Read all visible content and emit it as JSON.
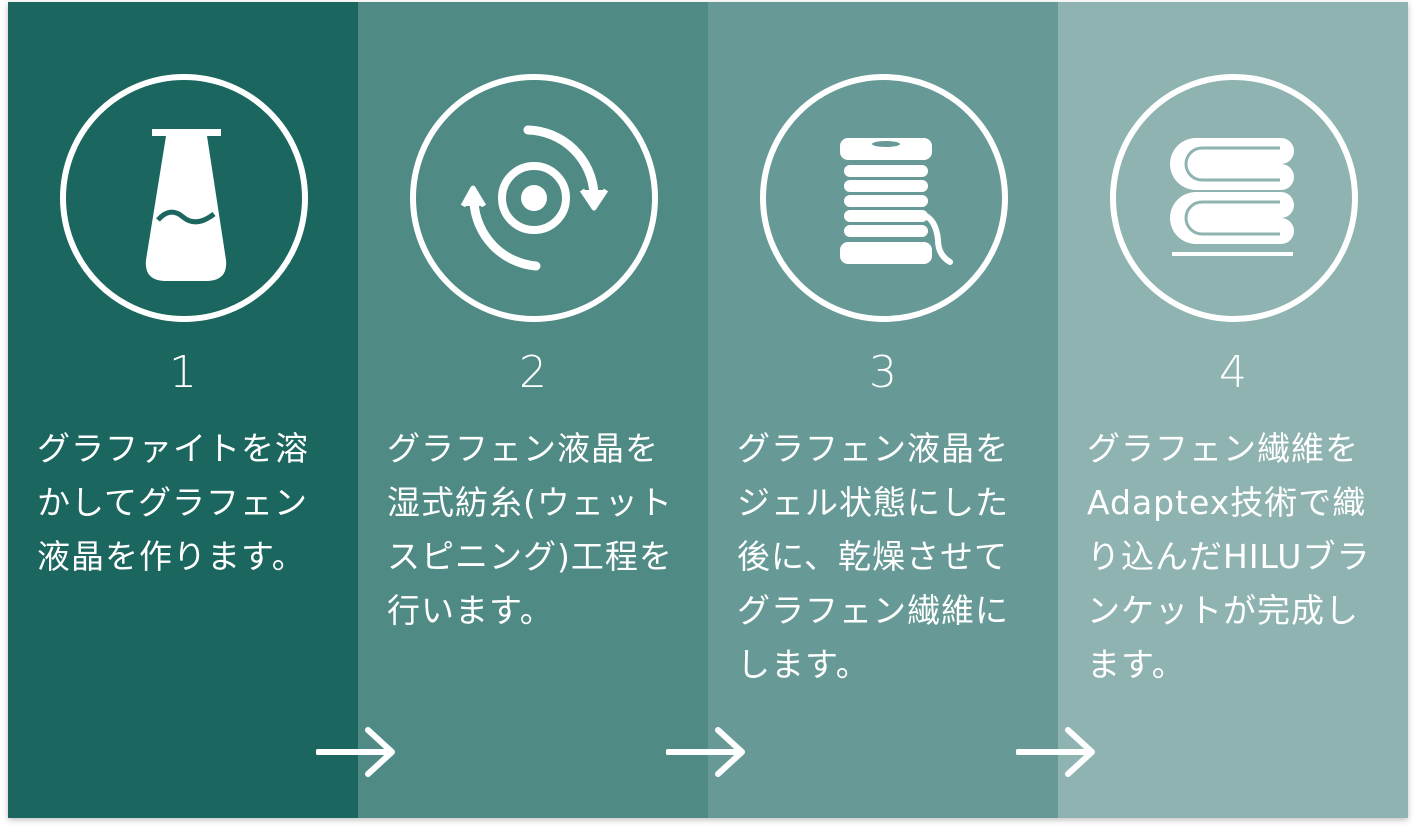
{
  "colors": {
    "step1": "#1b665f",
    "step2": "#4f8a84",
    "step3": "#679a96",
    "step4": "#8eb3b0"
  },
  "steps": [
    {
      "number": "1",
      "icon": "flask-icon",
      "text": "グラファイトを溶かしてグラフェン液晶を作ります。"
    },
    {
      "number": "2",
      "icon": "spin-icon",
      "text": "グラフェン液晶を湿式紡糸(ウェットスピニング)工程を行います。"
    },
    {
      "number": "3",
      "icon": "thread-spool-icon",
      "text": "グラフェン液晶をジェル状態にした後に、乾燥させてグラフェン繊維にします。"
    },
    {
      "number": "4",
      "icon": "folded-blanket-icon",
      "text": "グラフェン繊維をAdaptex技術で織り込んだHILUブランケットが完成します。"
    }
  ]
}
